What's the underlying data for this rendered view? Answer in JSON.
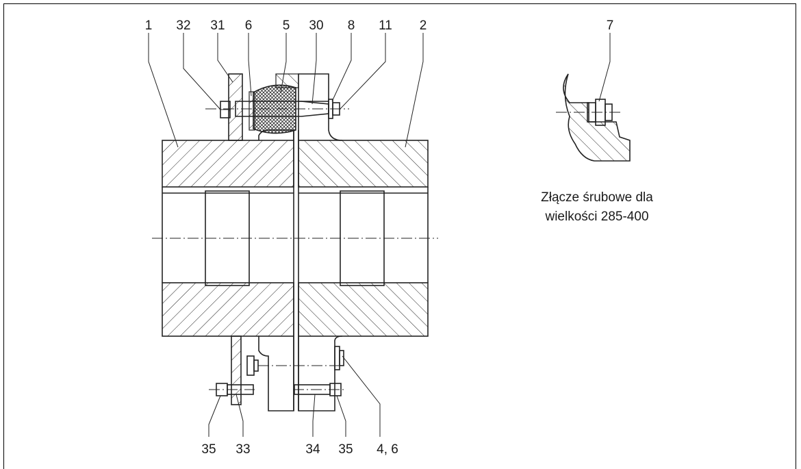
{
  "drawing": {
    "part_labels_top": [
      "1",
      "32",
      "31",
      "6",
      "5",
      "30",
      "8",
      "11",
      "2"
    ],
    "part_labels_bottom": [
      "35",
      "33",
      "34",
      "35",
      "4, 6"
    ],
    "detail_label": "7",
    "caption_line1": "Złącze śrubowe dla",
    "caption_line2": "wielkości 285-400"
  }
}
